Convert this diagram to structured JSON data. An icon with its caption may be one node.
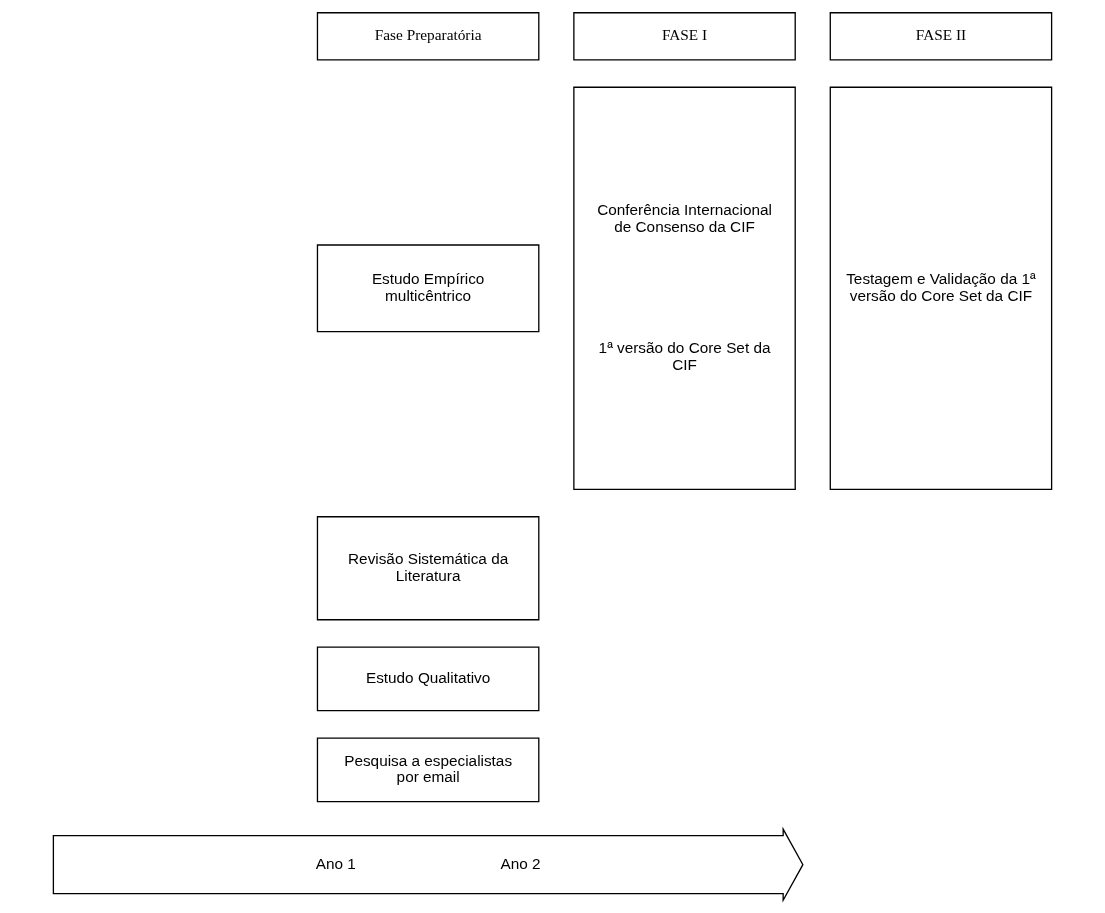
{
  "diagram": {
    "nodes": [
      {
        "text": [
          "Fase Preparatória"
        ]
      },
      {
        "text": [
          "FASE I"
        ]
      },
      {
        "text": [
          "FASE II"
        ]
      },
      {
        "text": [
          "Estudo Empírico multicêntrico"
        ]
      },
      {
        "text": [
          "Conferência Internacional de Consenso da CIF",
          "1ª versão do Core Set da CIF"
        ]
      },
      {
        "text": [
          "Testagem e Validação da 1ª versão do Core Set da CIF"
        ]
      },
      {
        "text": [
          "Revisão Sistemática da Literatura"
        ]
      },
      {
        "text": [
          "Estudo Qualitativo"
        ]
      },
      {
        "text": [
          "Pesquisa a especialistas por email"
        ]
      },
      {
        "text": [
          "Ano 1",
          "Ano 2"
        ]
      }
    ],
    "edges": []
  }
}
